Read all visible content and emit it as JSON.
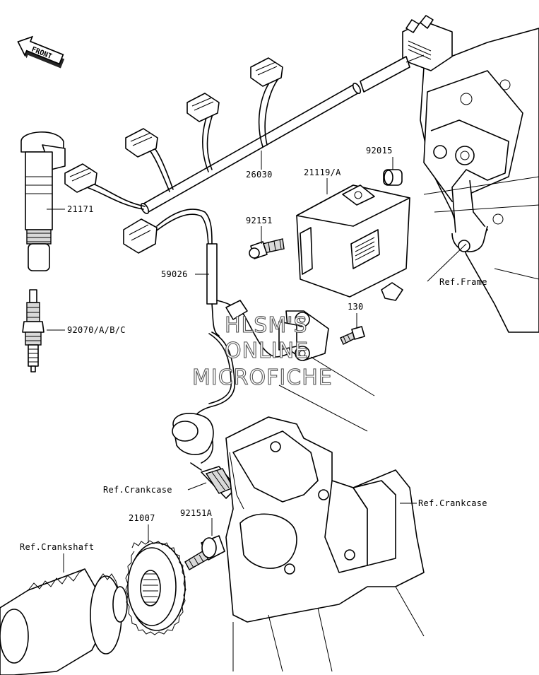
{
  "front_badge": "FRONT",
  "labels": {
    "p26030": "26030",
    "p21171": "21171",
    "p92070": "92070/A/B/C",
    "p92015": "92015",
    "p21119": "21119/A",
    "p92151": "92151",
    "p59026": "59026",
    "p130": "130",
    "ref_frame": "Ref.Frame",
    "ref_crankcase_left": "Ref.Crankcase",
    "ref_crankcase_right": "Ref.Crankcase",
    "p21007": "21007",
    "p92151a": "92151A",
    "ref_crankshaft": "Ref.Crankshaft"
  },
  "watermark": {
    "line1": "HLSM'S",
    "line2": "ONLINE",
    "line3": "MICROFICHE"
  }
}
